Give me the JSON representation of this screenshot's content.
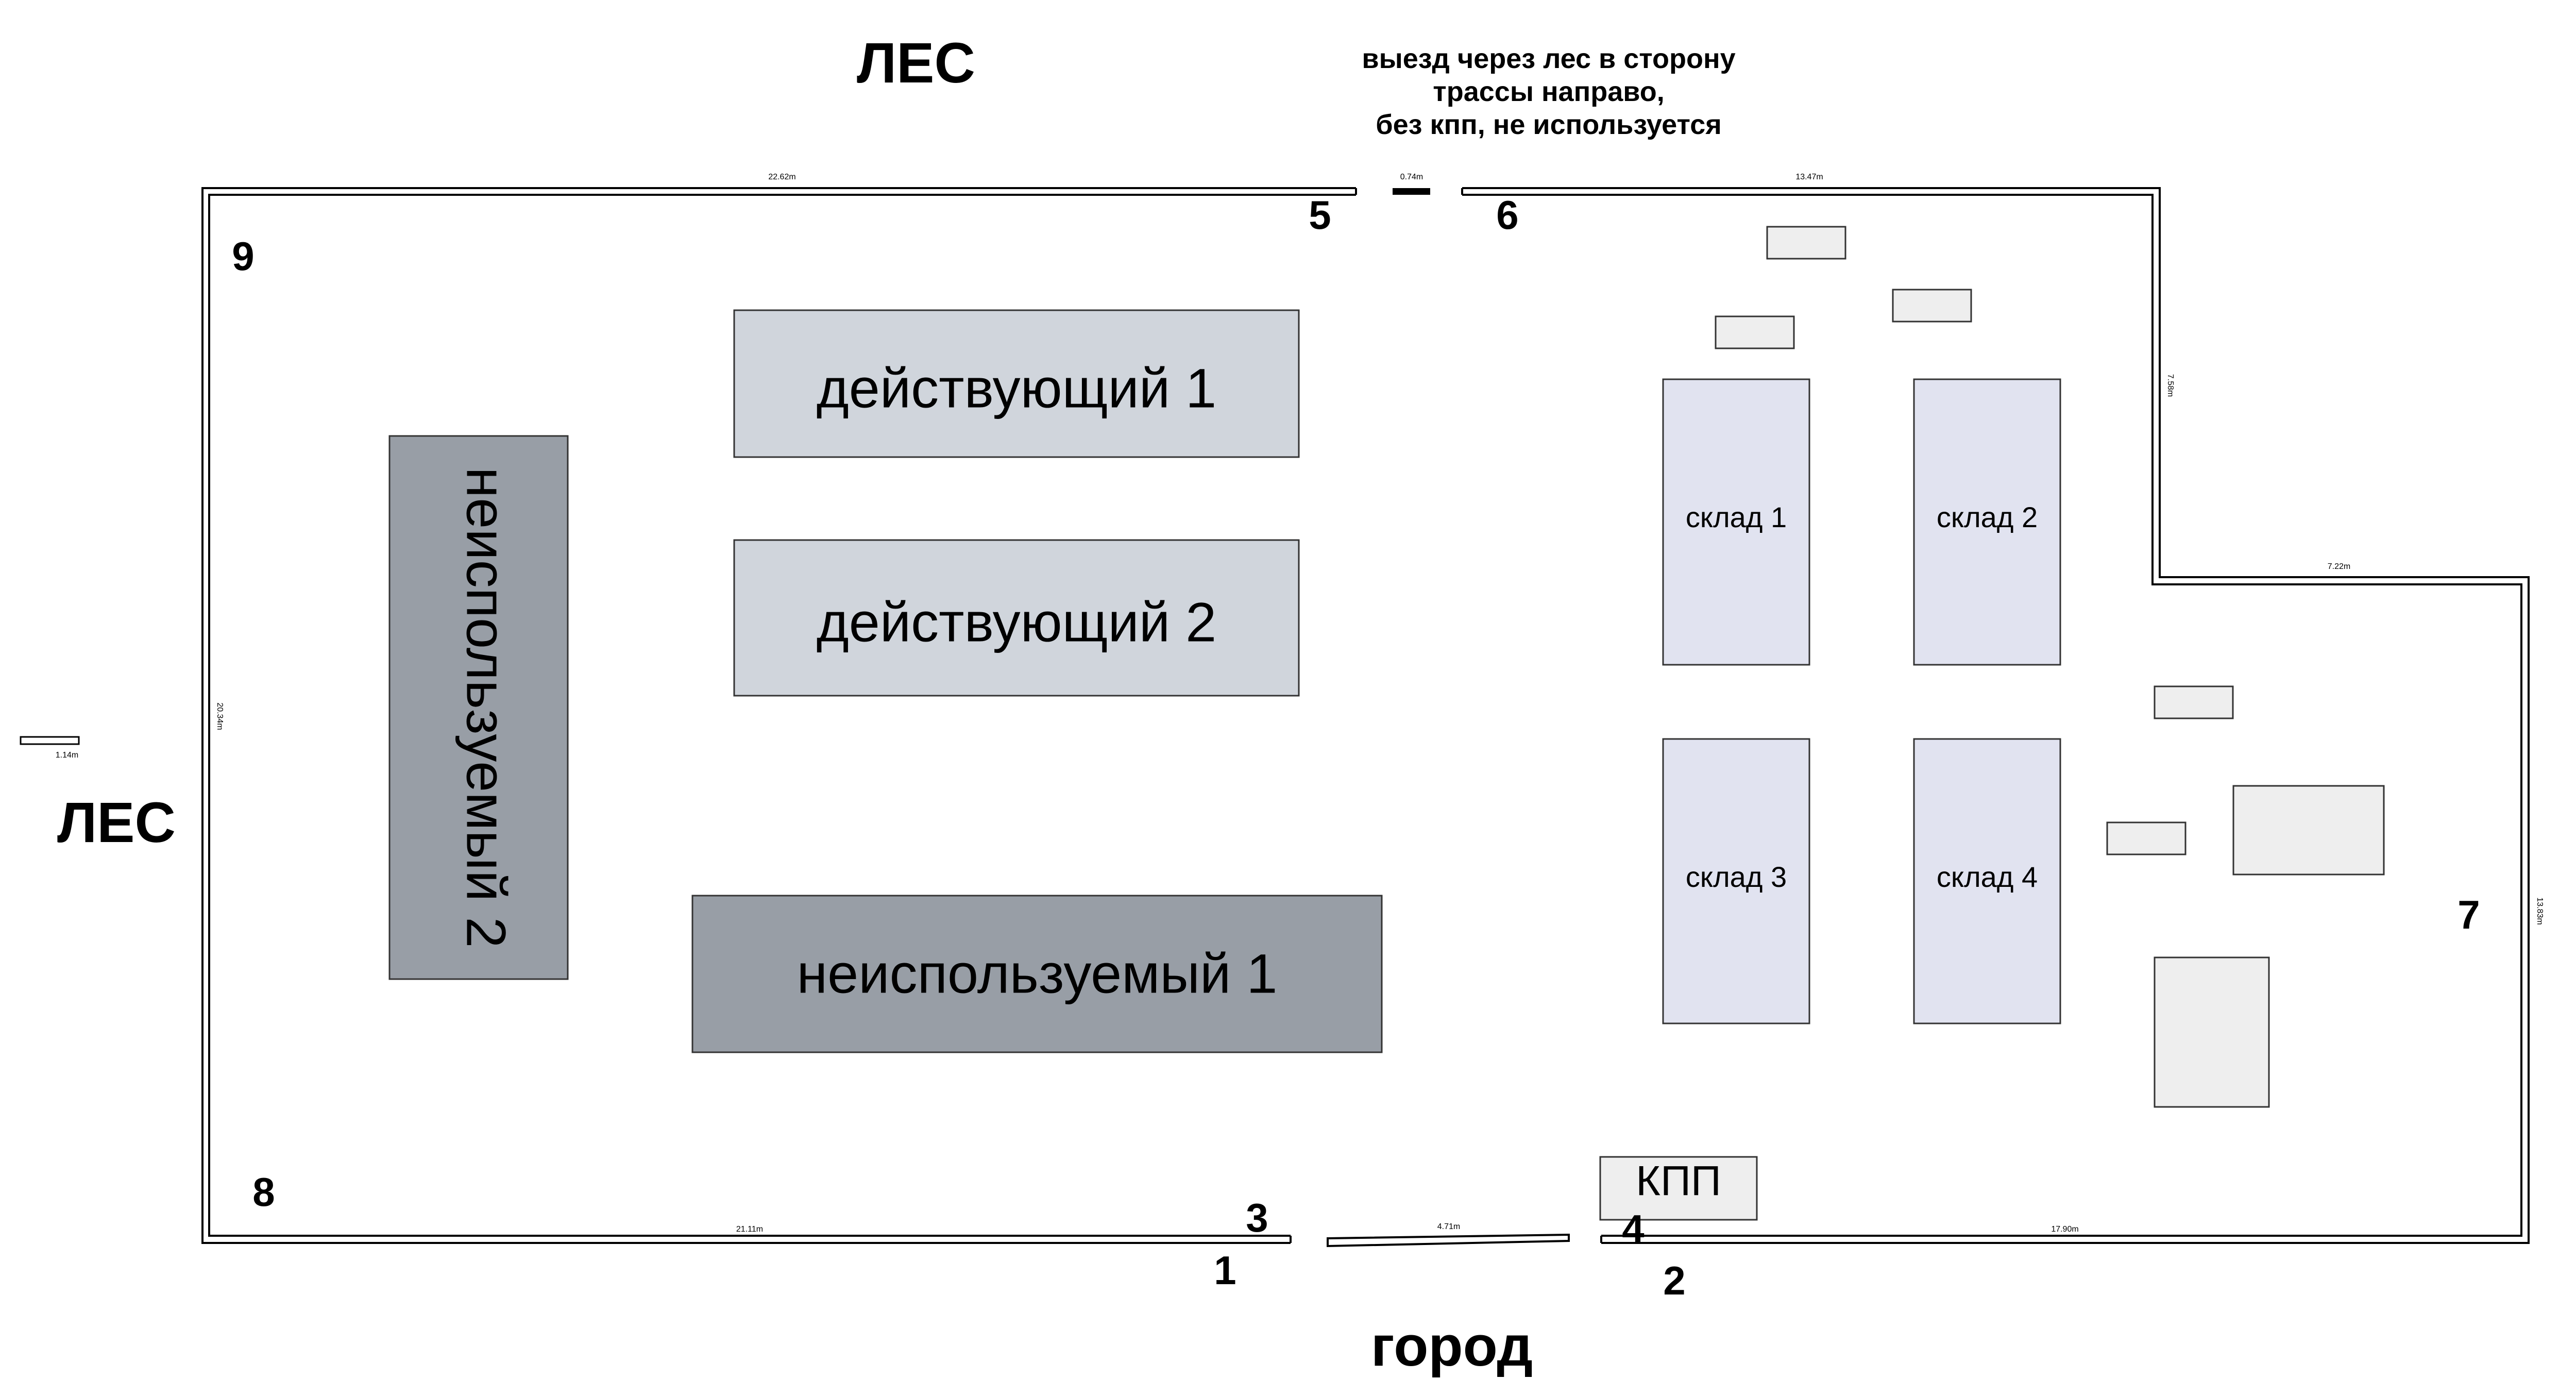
{
  "labels": {
    "forest_top": "ЛЕС",
    "forest_left": "ЛЕС",
    "city": "город",
    "exit_note": [
      "выезд через лес в сторону",
      "трассы направо,",
      "без кпп, не используется"
    ]
  },
  "points": {
    "p1": "1",
    "p2": "2",
    "p3": "3",
    "p4": "4",
    "p5": "5",
    "p6": "6",
    "p7": "7",
    "p8": "8",
    "p9": "9"
  },
  "buildings": {
    "active_1": "действующий 1",
    "active_2": "действующий 2",
    "unused_1": "неиспользуемый 1",
    "unused_2": "неиспользуемый 2",
    "warehouse_1": "склад 1",
    "warehouse_2": "склад 2",
    "warehouse_3": "склад 3",
    "warehouse_4": "склад 4",
    "checkpoint": "КПП"
  },
  "measurements": {
    "top_left_wall": "22.62m",
    "top_gap": "0.74m",
    "top_right_wall": "13.47m",
    "right_upper_wall": "7.58m",
    "step_wall": "7.22m",
    "right_wall": "13.83m",
    "left_wall": "20.34m",
    "bottom_left_wall": "21.11m",
    "gate": "4.71m",
    "bottom_right_wall": "17.90m",
    "scale_bar": "1.14m"
  },
  "colors": {
    "active": "#d0d5dc",
    "unused": "#989ea6",
    "warehouse": "#e1e3f0",
    "small": "#eeeeee"
  }
}
